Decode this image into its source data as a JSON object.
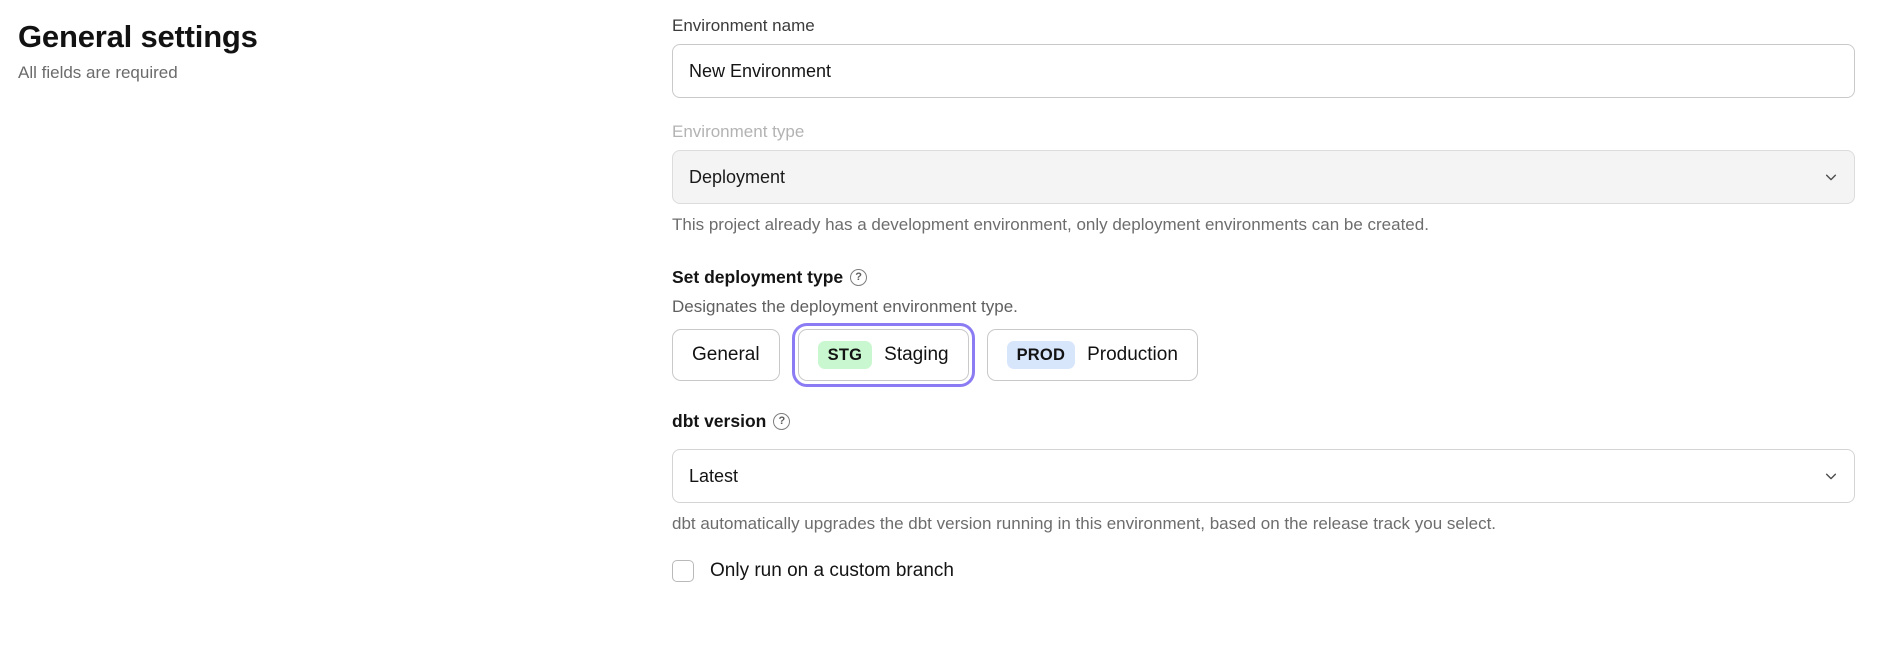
{
  "header": {
    "title": "General settings",
    "subtitle": "All fields are required"
  },
  "form": {
    "environment_name": {
      "label": "Environment name",
      "value": "New Environment",
      "placeholder": "Environment name"
    },
    "environment_type": {
      "label": "Environment type",
      "value": "Deployment",
      "disabled": true,
      "helper": "This project already has a development environment, only deployment environments can be created.",
      "chevron_icon": "chevron-down-icon"
    },
    "deployment_type": {
      "label": "Set deployment type",
      "help_icon": "help-circle-icon",
      "description": "Designates the deployment environment type.",
      "options": [
        {
          "tag": "",
          "label": "General",
          "selected": false,
          "focused": false
        },
        {
          "tag": "STG",
          "label": "Staging",
          "selected": true,
          "focused": true
        },
        {
          "tag": "PROD",
          "label": "Production",
          "selected": false,
          "focused": false
        }
      ]
    },
    "dbt_version": {
      "label": "dbt version",
      "help_icon": "help-circle-icon",
      "value": "Latest",
      "helper": "dbt automatically upgrades the dbt version running in this environment, based on the release track you select.",
      "chevron_icon": "chevron-down-icon"
    },
    "custom_branch": {
      "label": "Only run on a custom branch",
      "checked": false
    }
  },
  "colors": {
    "focus_ring": "#8b7cf3",
    "tag_staging_bg": "#c9f7cf",
    "tag_production_bg": "#d8e6fc",
    "disabled_text": "#b3b3b3",
    "helper_text": "#6d6d6d"
  }
}
